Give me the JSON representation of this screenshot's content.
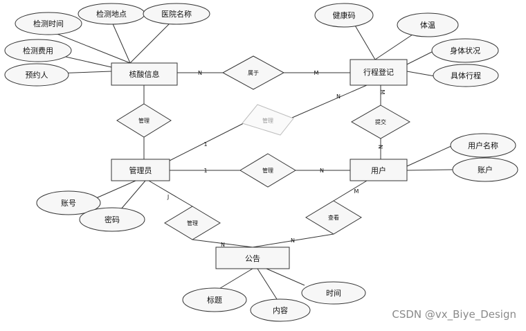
{
  "entities": {
    "nucleic": "核酸信息",
    "trip": "行程登记",
    "admin": "管理员",
    "user": "用户",
    "notice": "公告"
  },
  "attributes": {
    "test_time": "检测时间",
    "test_site": "检测地点",
    "hospital": "医院名称",
    "test_fee": "检测费用",
    "reserver": "预约人",
    "health_code": "健康码",
    "temperature": "体温",
    "body_status": "身体状况",
    "itinerary": "具体行程",
    "username": "用户名称",
    "user_account": "账户",
    "admin_account": "账号",
    "password": "密码",
    "title": "标题",
    "content": "内容",
    "time": "时间"
  },
  "relationships": {
    "belongs": "属于",
    "manage_nucleic": "管理",
    "manage_trip": "管理",
    "submit": "提交",
    "manage_user": "管理",
    "manage_notice": "管理",
    "view": "查看"
  },
  "cardinality": {
    "nucleic_belongs": "N",
    "trip_belongs": "M",
    "admin_trip": "1",
    "trip_admin": "N",
    "trip_submit": "M",
    "user_submit": "N",
    "admin_user": "1",
    "user_admin": "N",
    "admin_notice": "J",
    "notice_admin": "N",
    "user_notice": "M",
    "notice_user": "N"
  },
  "watermark": "CSDN @vx_Biye_Design"
}
